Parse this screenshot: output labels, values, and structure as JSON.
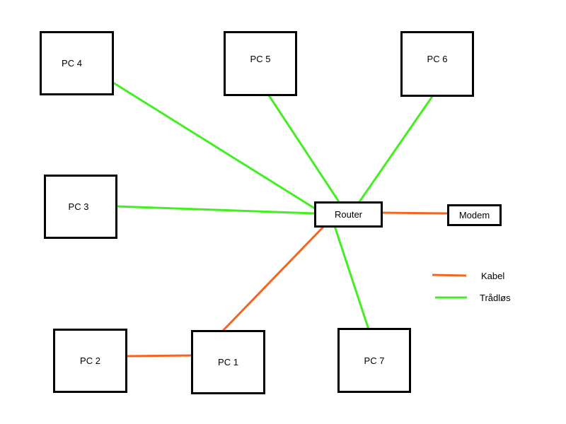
{
  "nodes": {
    "pc4": "PC 4",
    "pc5": "PC 5",
    "pc6": "PC 6",
    "pc3": "PC 3",
    "router": "Router",
    "modem": "Modem",
    "pc2": "PC 2",
    "pc1": "PC 1",
    "pc7": "PC 7"
  },
  "connections": [
    {
      "from": "PC 4",
      "to": "Router",
      "type": "wireless"
    },
    {
      "from": "PC 5",
      "to": "Router",
      "type": "wireless"
    },
    {
      "from": "PC 6",
      "to": "Router",
      "type": "wireless"
    },
    {
      "from": "PC 3",
      "to": "Router",
      "type": "wireless"
    },
    {
      "from": "PC 7",
      "to": "Router",
      "type": "wireless"
    },
    {
      "from": "PC 1",
      "to": "Router",
      "type": "cable"
    },
    {
      "from": "PC 2",
      "to": "PC 1",
      "type": "cable"
    },
    {
      "from": "Router",
      "to": "Modem",
      "type": "cable"
    }
  ],
  "legend": {
    "cable": "Kabel",
    "wireless": "Trådløs"
  },
  "colors": {
    "cable": "#f26522",
    "wireless": "#44ee22"
  }
}
